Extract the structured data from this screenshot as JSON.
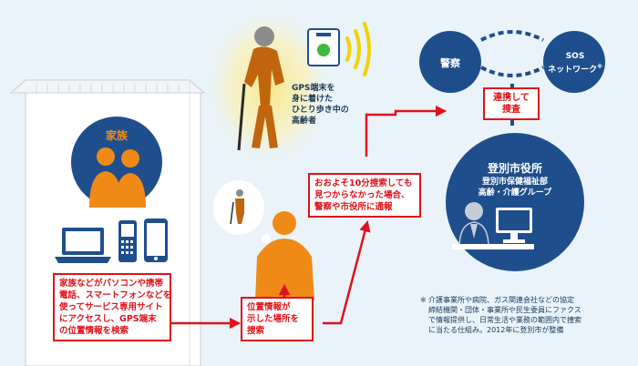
{
  "family": {
    "title": "家族",
    "action_lines": [
      "家族などがパソコンや携帯",
      "電話、スマートフォンなどを",
      "使ってサービス専用サイト",
      "にアクセスし、GPS端末",
      "の位置情報を検索"
    ]
  },
  "elder": {
    "note_lines": [
      "GPS端末を",
      "身に着けた",
      "ひとり歩き中の",
      "高齢者"
    ]
  },
  "search": {
    "lines": [
      "位置情報が",
      "示した場所を",
      "捜索"
    ]
  },
  "report": {
    "lines": [
      "おおよそ10分捜索しても",
      "見つからなかった場合、",
      "警察や市役所に通報"
    ]
  },
  "police": {
    "label": "警察"
  },
  "sos": {
    "label_line1": "SOS",
    "label_line2": "ネットワーク",
    "mark": "※"
  },
  "cooperate": {
    "lines": [
      "連携して",
      "捜査"
    ]
  },
  "cityhall": {
    "title": "登別市役所",
    "dept_line1": "登別市保健福祉部",
    "dept_line2": "高齢・介護グループ"
  },
  "footnote": {
    "mark": "※",
    "lines": [
      "介護事業所や病院、ガス関連会社などの協定",
      "締結機関・団体・事業所や民生委員にファクス",
      "で情報提供し、日常生活や業務の範囲内で捜索",
      "に当たる仕組み。2012年に登別市が整備"
    ]
  },
  "colors": {
    "background": "#e9f3f9",
    "navy": "#1f4e8c",
    "orange": "#ef8a17",
    "red": "#e0121a",
    "green": "#3dbb3a",
    "yellow": "#f2d200"
  },
  "icons": [
    "house-icon",
    "family-icon",
    "laptop-icon",
    "feature-phone-icon",
    "smartphone-icon",
    "elderly-walker-icon",
    "gps-device-icon",
    "signal-waves-icon",
    "searcher-icon",
    "thought-bubble-icon",
    "office-worker-icon",
    "desktop-monitor-icon",
    "arrow-icon"
  ]
}
